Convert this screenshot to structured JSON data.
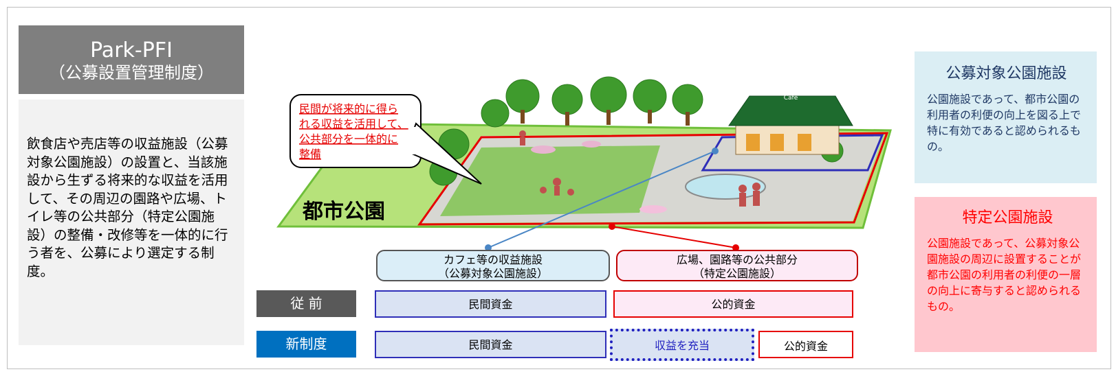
{
  "pfi": {
    "title": "Park-PFI",
    "subtitle": "（公募設置管理制度）",
    "description": "飲食店や売店等の収益施設（公募対象公園施設）の設置と、当該施設から生ずる将来的な収益を活用して、その周辺の園路や広場、トイレ等の公共部分（特定公園施設）の整備・改修等を一体的に行う者を、公募により選定する制度。"
  },
  "diagram": {
    "park_label": "都市公園",
    "callout_line1": "民間が将来的に得ら",
    "callout_line2": "れる収益を活用して、",
    "callout_line3": "公共部分を一体的に",
    "callout_line4": "整備",
    "cafe_sign": "Cafe",
    "revenue_facility_line1": "カフェ等の収益施設",
    "revenue_facility_line2": "（公募対象公園施設）",
    "public_part_line1": "広場、園路等の公共部分",
    "public_part_line2": "（特定公園施設）"
  },
  "funding": {
    "before_label": "従 前",
    "new_label": "新制度",
    "before_private": "民間資金",
    "before_public": "公的資金",
    "new_private": "民間資金",
    "new_revenue": "収益を充当",
    "new_public": "公的資金"
  },
  "target_facility": {
    "title": "公募対象公園施設",
    "body": "公園施設であって、都市公園の利用者の利便の向上を図る上で特に有効であると認められるもの。"
  },
  "specific_facility": {
    "title": "特定公園施設",
    "body": "公園施設であって、公募対象公園施設の周辺に設置することが都市公園の利用者の利便の一層の向上に寄与すると認められるもの。"
  },
  "colors": {
    "grey_header": "#7f7f7f",
    "blue_accent": "#2e2eb8",
    "red_accent": "#e60000",
    "new_system_blue": "#0070c0",
    "target_bg": "#dbeef4",
    "specific_bg": "#ffc7ce"
  }
}
